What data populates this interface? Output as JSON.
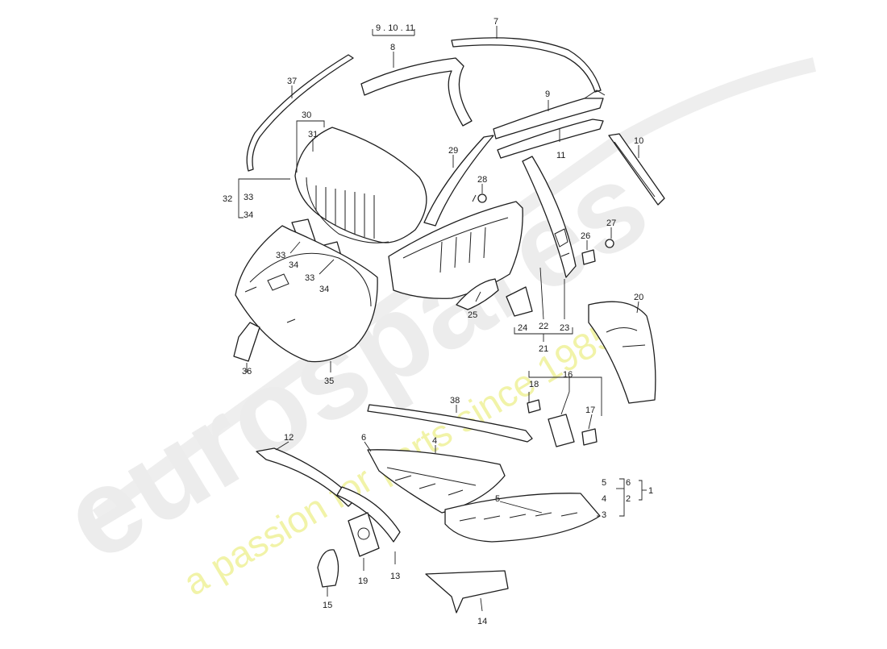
{
  "watermark": {
    "brand": "eurospares",
    "tagline": "a passion for parts since 1985"
  },
  "callouts": {
    "c1": "1",
    "c2": "2",
    "c3": "3",
    "c4": "4",
    "c4b": "4",
    "c5": "5",
    "c5b": "5",
    "c6": "6",
    "c6b": "6",
    "c7": "7",
    "c8": "8",
    "c9": "9",
    "c9_10_11": "9 . 10 . 11",
    "c10": "10",
    "c11": "11",
    "c12": "12",
    "c13": "13",
    "c14": "14",
    "c15": "15",
    "c16": "16",
    "c17": "17",
    "c18": "18",
    "c19": "19",
    "c20": "20",
    "c21": "21",
    "c22": "22",
    "c23": "23",
    "c24": "24",
    "c25": "25",
    "c26": "26",
    "c27": "27",
    "c28": "28",
    "c29": "29",
    "c30": "30",
    "c31": "31",
    "c32": "32",
    "c33a": "33",
    "c33b": "33",
    "c33c": "33",
    "c34a": "34",
    "c34b": "34",
    "c34c": "34",
    "c35": "35",
    "c36": "36",
    "c37": "37",
    "c38": "38"
  }
}
